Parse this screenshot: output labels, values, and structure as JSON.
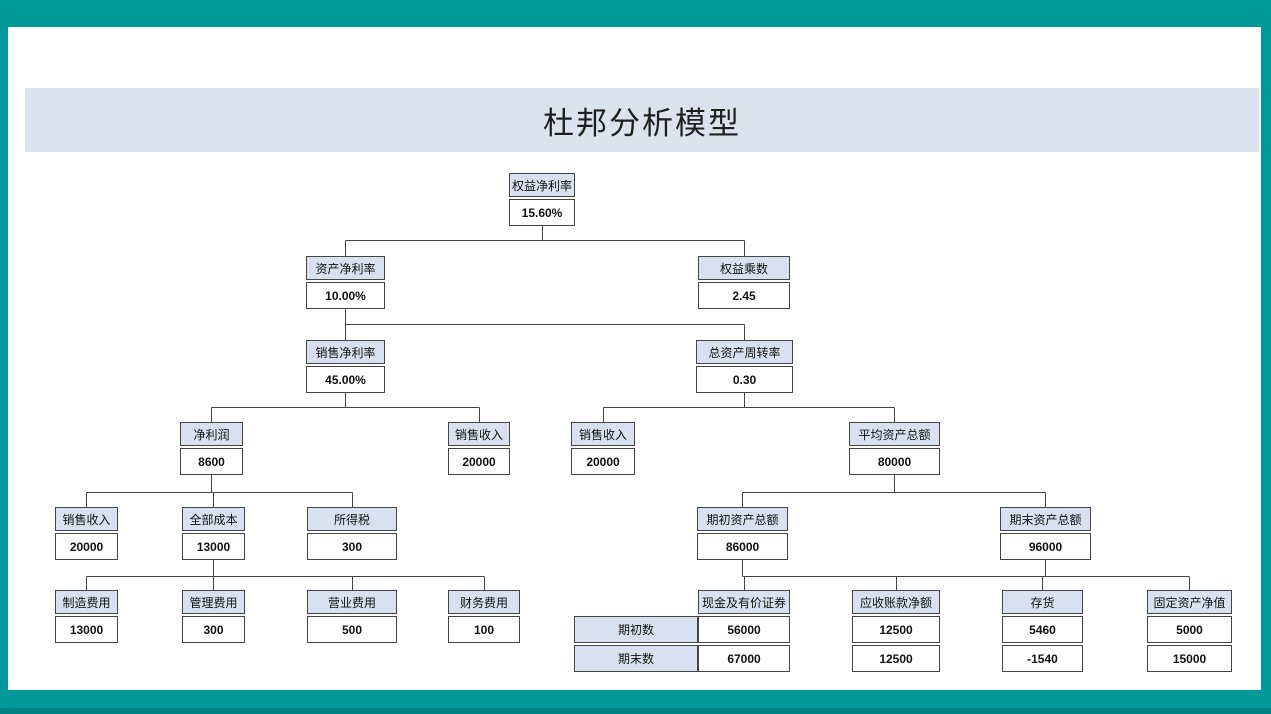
{
  "title": "杜邦分析模型",
  "colors": {
    "frame_teal": "#009999",
    "frame_teal_dark": "#00807F",
    "title_band": "#DDE3EE",
    "node_header_fill": "#D9E1F1",
    "node_border": "#454545"
  },
  "nodes": [
    {
      "label": "权益净利率",
      "value": "15.60%"
    },
    {
      "label": "资产净利率",
      "value": "10.00%"
    },
    {
      "label": "权益乘数",
      "value": "2.45"
    },
    {
      "label": "销售净利率",
      "value": "45.00%"
    },
    {
      "label": "总资产周转率",
      "value": "0.30"
    },
    {
      "label": "净利润",
      "value": "8600"
    },
    {
      "label": "销售收入",
      "value": "20000"
    },
    {
      "label": "销售收入",
      "value": "20000"
    },
    {
      "label": "平均资产总额",
      "value": "80000"
    },
    {
      "label": "销售收入",
      "value": "20000"
    },
    {
      "label": "全部成本",
      "value": "13000"
    },
    {
      "label": "所得税",
      "value": "300"
    },
    {
      "label": "期初资产总额",
      "value": "86000"
    },
    {
      "label": "期末资产总额",
      "value": "96000"
    },
    {
      "label": "制造费用",
      "value": "13000"
    },
    {
      "label": "管理费用",
      "value": "300"
    },
    {
      "label": "营业费用",
      "value": "500"
    },
    {
      "label": "财务费用",
      "value": "100"
    }
  ],
  "table": {
    "row_labels": [
      "期初数",
      "期末数"
    ],
    "columns": [
      {
        "label": "现金及有价证券",
        "values": [
          "56000",
          "67000"
        ]
      },
      {
        "label": "应收账款净额",
        "values": [
          "12500",
          "12500"
        ]
      },
      {
        "label": "存货",
        "values": [
          "5460",
          "-1540"
        ]
      },
      {
        "label": "固定资产净值",
        "values": [
          "5000",
          "15000"
        ]
      }
    ]
  }
}
